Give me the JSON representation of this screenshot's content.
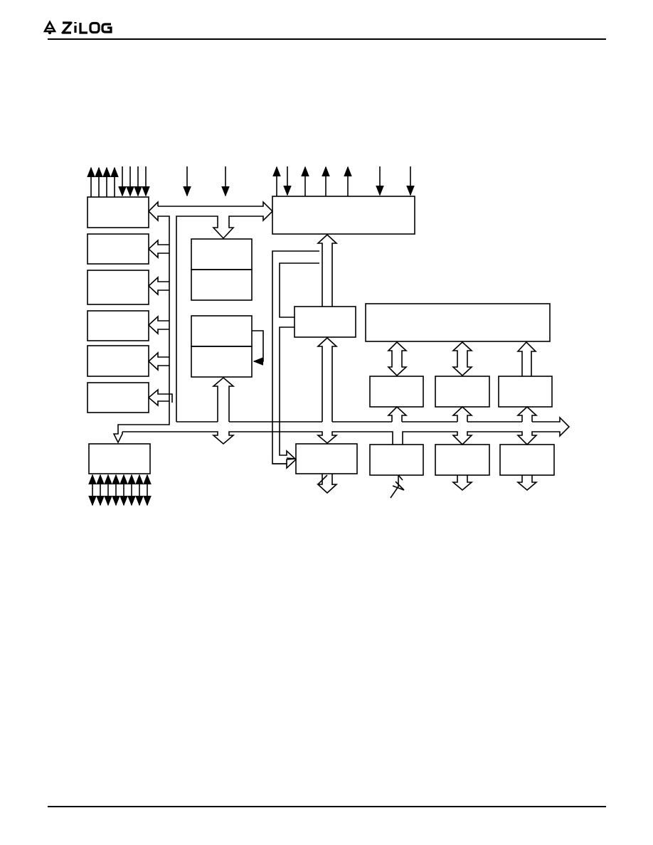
{
  "header": {
    "logo": {
      "text": "ZiLOG",
      "icon": "zilog-logo-icon"
    }
  },
  "diagram": {
    "type": "block-diagram",
    "blocks": [
      {
        "id": "block-left-1",
        "label": ""
      },
      {
        "id": "block-left-2",
        "label": ""
      },
      {
        "id": "block-left-3",
        "label": ""
      },
      {
        "id": "block-left-4",
        "label": ""
      },
      {
        "id": "block-left-5",
        "label": ""
      },
      {
        "id": "block-left-6",
        "label": ""
      },
      {
        "id": "block-bottom-left",
        "label": ""
      },
      {
        "id": "block-center-top-upper",
        "label": ""
      },
      {
        "id": "block-center-top-lower",
        "label": ""
      },
      {
        "id": "block-center-bottom-upper",
        "label": ""
      },
      {
        "id": "block-center-bottom-lower",
        "label": ""
      },
      {
        "id": "block-top-wide",
        "label": ""
      },
      {
        "id": "block-middle-small",
        "label": ""
      },
      {
        "id": "block-right-wide",
        "label": ""
      },
      {
        "id": "block-right-mid-1",
        "label": ""
      },
      {
        "id": "block-right-mid-2",
        "label": ""
      },
      {
        "id": "block-right-mid-3",
        "label": ""
      },
      {
        "id": "block-bottom-1",
        "label": ""
      },
      {
        "id": "block-bottom-2",
        "label": ""
      },
      {
        "id": "block-bottom-3",
        "label": ""
      },
      {
        "id": "block-bottom-4",
        "label": ""
      }
    ]
  }
}
